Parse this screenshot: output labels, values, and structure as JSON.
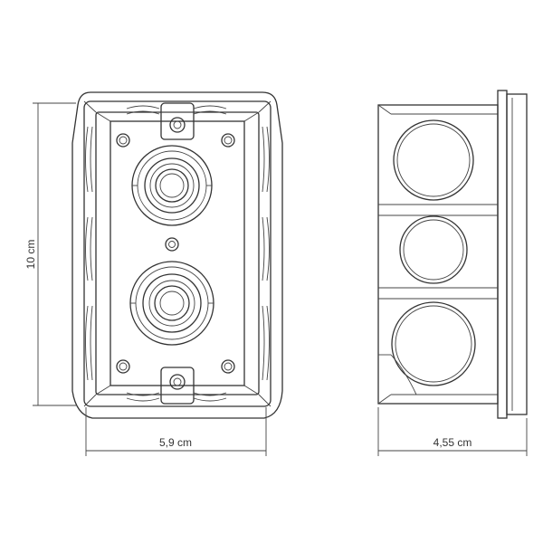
{
  "labels": {
    "height": "10 cm",
    "width": "5,9 cm",
    "depth": "4,55 cm"
  },
  "colors": {
    "line": "#333333",
    "background": "#ffffff"
  }
}
